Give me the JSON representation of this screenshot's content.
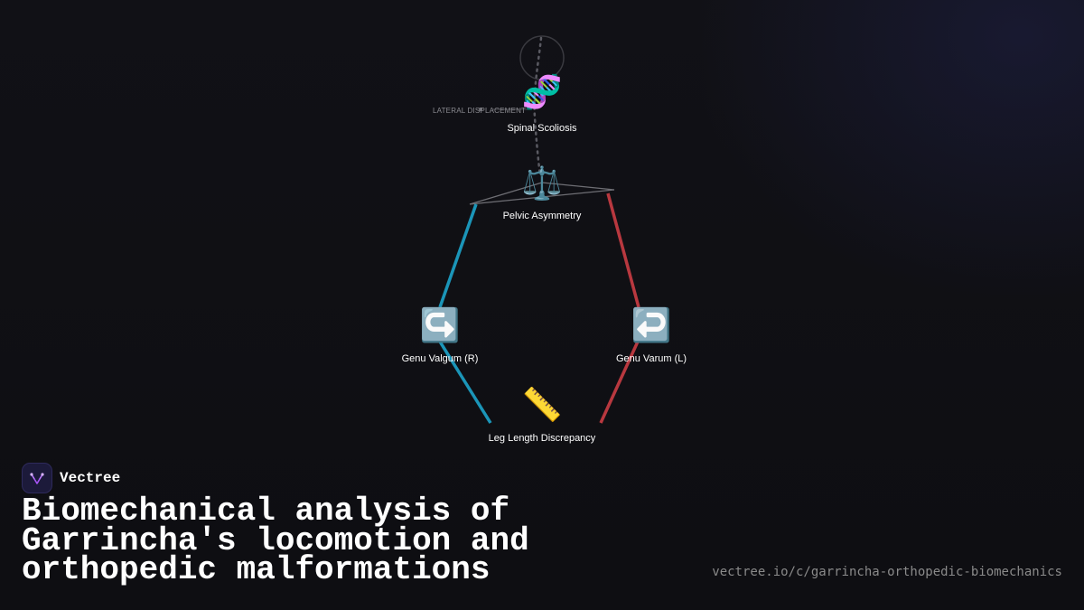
{
  "diagram": {
    "nodes": {
      "spinal_scoliosis": {
        "label": "Spinal Scoliosis",
        "icon": "dna-icon",
        "glyph": "🧬"
      },
      "pelvic_asymmetry": {
        "label": "Pelvic Asymmetry",
        "icon": "balance-scale-icon",
        "glyph": "⚖️"
      },
      "genu_valgum_r": {
        "label": "Genu Valgum (R)",
        "icon": "arrow-right-hook-icon",
        "glyph": "↪️"
      },
      "genu_varum_l": {
        "label": "Genu Varum (L)",
        "icon": "arrow-left-hook-icon",
        "glyph": "↩️"
      },
      "leg_length_discrepancy": {
        "label": "Leg Length Discrepancy",
        "icon": "ruler-icon",
        "glyph": "📏"
      }
    },
    "annotations": {
      "lateral_displacement": "LATERAL DISPLACEMENT"
    },
    "colors": {
      "right_chain": "#1b95b8",
      "left_chain": "#b8383f",
      "spine_dots": "#5a5a62",
      "pelvis_line": "#6e6e74"
    }
  },
  "brand": {
    "name": "Vectree",
    "logo_icon": "vectree-logo-icon",
    "accent": "#a855f7"
  },
  "title": "Biomechanical analysis of\nGarrincha's locomotion and\northopedic malformations",
  "url": "vectree.io/c/garrincha-orthopedic-biomechanics"
}
